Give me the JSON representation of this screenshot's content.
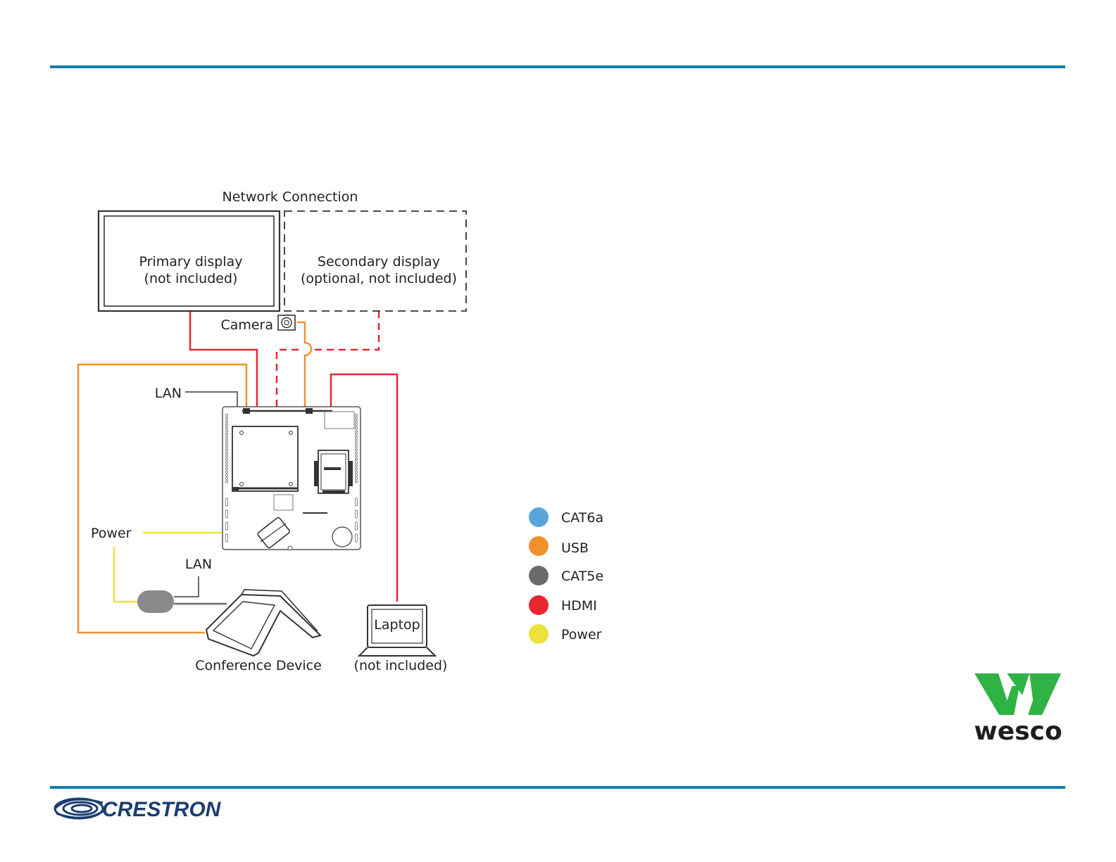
{
  "labels": {
    "network_connection": "Network Connection",
    "primary_display_line1": "Primary display",
    "primary_display_line2": "(not included)",
    "secondary_display_line1": "Secondary display",
    "secondary_display_line2": "(optional, not included)",
    "camera": "Camera",
    "lan_top": "LAN",
    "power": "Power",
    "lan_bottom": "LAN",
    "conference_device": "Conference Device",
    "laptop": "Laptop",
    "laptop_note": "(not included)"
  },
  "legend": [
    {
      "label": "CAT6a",
      "color": "#5aa5dc"
    },
    {
      "label": "USB",
      "color": "#f2902c"
    },
    {
      "label": "CAT5e",
      "color": "#6a6a6a"
    },
    {
      "label": "HDMI",
      "color": "#e8262e"
    },
    {
      "label": "Power",
      "color": "#ece23a"
    }
  ],
  "brands": {
    "wesco": "wesco",
    "crestron": "CRESTRON"
  },
  "colors": {
    "accent_rule": "#0a7fb0",
    "usb": "#f2902c",
    "hdmi": "#e8262e",
    "power": "#ece23a",
    "cat5e": "#6a6a6a",
    "wesco_green": "#2fb345"
  }
}
